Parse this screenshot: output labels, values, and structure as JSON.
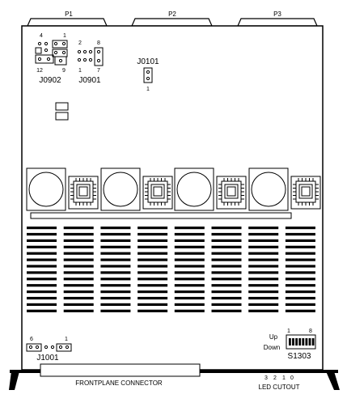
{
  "connectors": {
    "p1": "P1",
    "p2": "P2",
    "p3": "P3"
  },
  "j0902": {
    "label": "J0902",
    "pin_top_left": "4",
    "pin_top_right": "1",
    "pin_bottom_left": "12",
    "pin_bottom_right": "9"
  },
  "j0901": {
    "label": "J0901",
    "pin_top_left": "2",
    "pin_top_right": "8",
    "pin_bottom_left": "1",
    "pin_bottom_right": "7"
  },
  "j0101": {
    "label": "J0101",
    "pin": "1"
  },
  "j1001": {
    "label": "J1001",
    "pin_left": "6",
    "pin_right": "1"
  },
  "s1303": {
    "label": "S1303",
    "up": "Up",
    "down": "Down",
    "pin_left": "1",
    "pin_right": "8"
  },
  "frontplane": {
    "label": "FRONTPLANE CONNECTOR"
  },
  "led": {
    "label": "LED CUTOUT",
    "bits": [
      "3",
      "2",
      "1",
      "0"
    ]
  },
  "colors": {
    "line": "#000000",
    "fill": "#ffffff",
    "panel": "#f2f2f2"
  }
}
